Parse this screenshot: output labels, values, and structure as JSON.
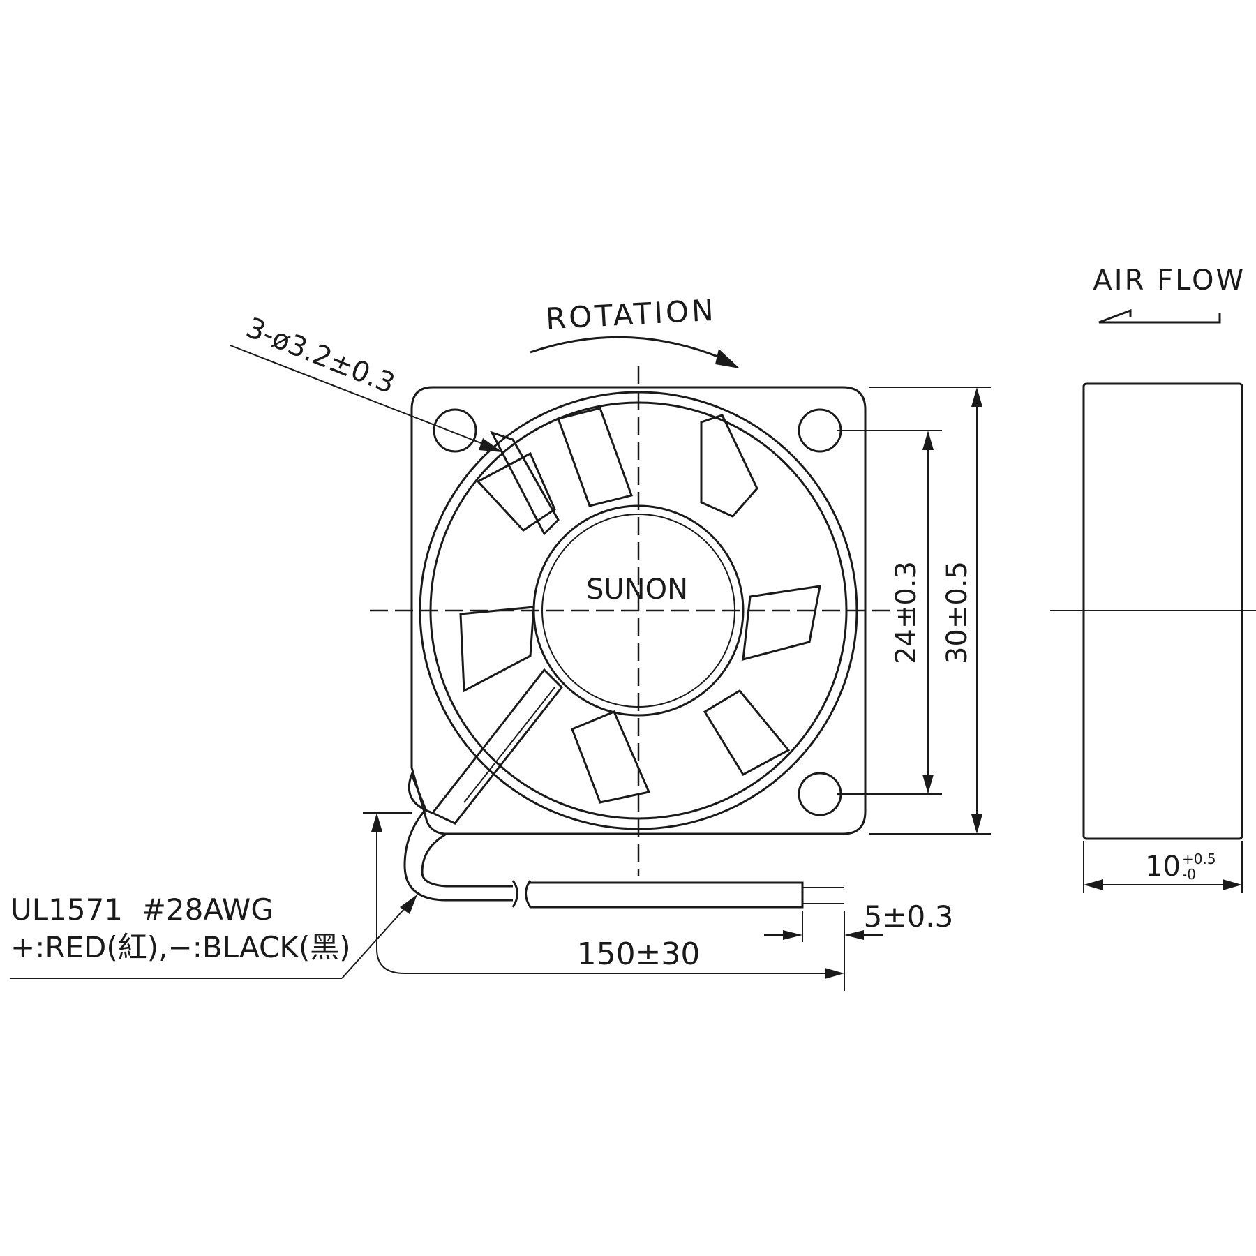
{
  "brand": "SUNON",
  "rotation_label": "ROTATION",
  "airflow_label": "AIR FLOW",
  "hole_spec": "3-ø3.2±0.3",
  "dim_hole_pitch": "24±0.3",
  "dim_frame": "30±0.5",
  "dim_depth": "10",
  "dim_depth_tol_upper": "+0.5",
  "dim_depth_tol_lower": "-0",
  "dim_strip": "5±0.3",
  "dim_lead_length": "150±30",
  "wire_spec": "UL1571  #28AWG",
  "wire_colors": "+:RED(紅),−:BLACK(黑)"
}
